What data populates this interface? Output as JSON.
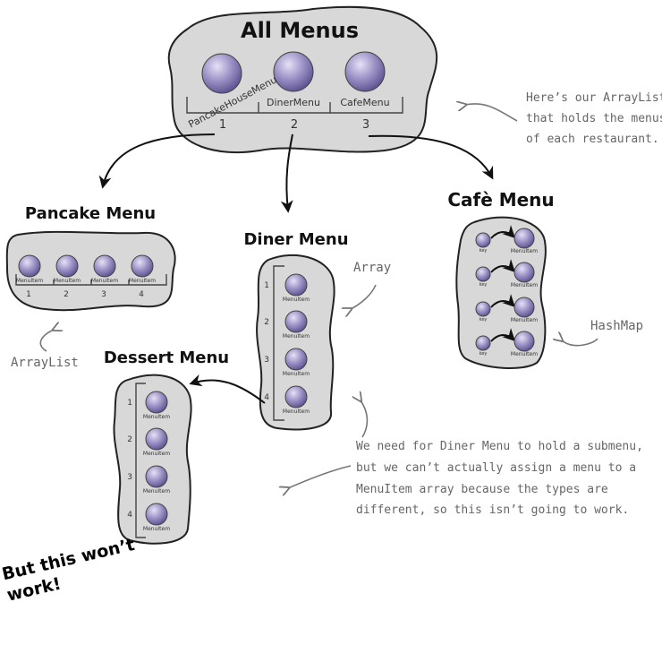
{
  "all_menus": {
    "title": "All Menus",
    "items": [
      {
        "label": "PancakeHouseMenu",
        "index": "1"
      },
      {
        "label": "DinerMenu",
        "index": "2"
      },
      {
        "label": "CafeMenu",
        "index": "3"
      }
    ]
  },
  "notes": {
    "arraylist_note": [
      "Here’s our ArrayList",
      "that holds the menus",
      "of each restaurant."
    ],
    "arraylist_label": "ArrayList",
    "array_label": "Array",
    "hashmap_label": "HashMap",
    "problem_note": [
      "We need for Diner Menu to hold a submenu,",
      "but we can’t actually assign a menu to a",
      "MenuItem array because the types are",
      "different, so this isn’t going to work."
    ]
  },
  "pancake_menu": {
    "title": "Pancake Menu",
    "item_label": "MenuItem",
    "indices": [
      "1",
      "2",
      "3",
      "4"
    ]
  },
  "diner_menu": {
    "title": "Diner Menu",
    "item_label": "MenuItem",
    "indices": [
      "1",
      "2",
      "3",
      "4"
    ]
  },
  "cafe_menu": {
    "title": "Cafè Menu",
    "key_label": "key",
    "item_label": "MenuItem"
  },
  "dessert_menu": {
    "title": "Dessert Menu",
    "item_label": "MenuItem",
    "indices": [
      "1",
      "2",
      "3",
      "4"
    ]
  },
  "warning": {
    "line1": "But this won’t",
    "line2": "work!"
  },
  "colors": {
    "blob_fill": "#d8d8d8",
    "bubble": "#9a8fc4",
    "bubble_highlight": "#e6e1f6"
  }
}
